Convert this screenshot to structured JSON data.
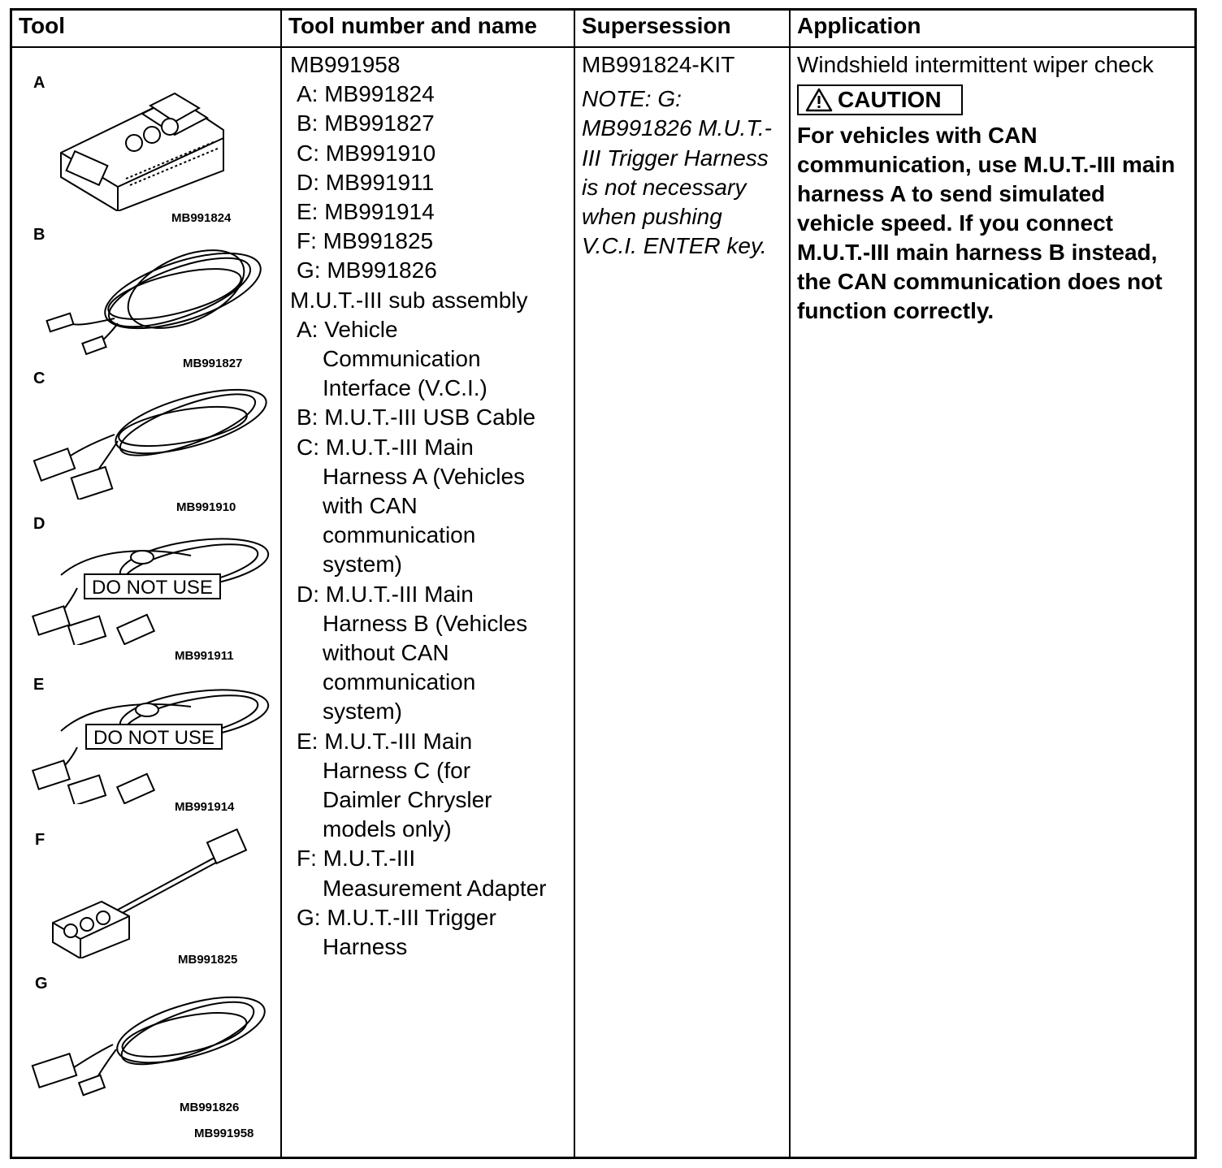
{
  "headers": {
    "tool": "Tool",
    "tool_number": "Tool number and name",
    "supersession": "Supersession",
    "application": "Application"
  },
  "tools": [
    {
      "letter": "A",
      "part": "MB991824"
    },
    {
      "letter": "B",
      "part": "MB991827"
    },
    {
      "letter": "C",
      "part": "MB991910"
    },
    {
      "letter": "D",
      "part": "MB991911",
      "badge": "DO NOT USE"
    },
    {
      "letter": "E",
      "part": "MB991914",
      "badge": "DO NOT USE"
    },
    {
      "letter": "F",
      "part": "MB991825"
    },
    {
      "letter": "G",
      "part": "MB991826"
    }
  ],
  "set_part": "MB991958",
  "tool_number_lines": [
    "MB991958",
    "A: MB991824",
    "B: MB991827",
    "C: MB991910",
    "D: MB991911",
    "E: MB991914",
    "F: MB991825",
    "G: MB991826",
    "M.U.T.-III sub assembly",
    "A: Vehicle",
    "Communication",
    "Interface (V.C.I.)",
    "B: M.U.T.-III USB Cable",
    "C: M.U.T.-III Main",
    "Harness A (Vehicles",
    "with CAN",
    "communication",
    "system)",
    "D: M.U.T.-III Main",
    "Harness B (Vehicles",
    "without CAN",
    "communication",
    "system)",
    "E: M.U.T.-III Main",
    "Harness C (for",
    "Daimler Chrysler",
    "models only)",
    "F: M.U.T.-III",
    "Measurement Adapter",
    "G: M.U.T.-III Trigger",
    "Harness"
  ],
  "supersession": {
    "kit": "MB991824-KIT",
    "note": "NOTE: G: MB991826 M.U.T.-III Trigger Harness is not necessary when pushing V.C.I. ENTER key."
  },
  "application": {
    "text": "Windshield intermittent wiper check",
    "caution_label": "CAUTION",
    "caution_text": "For vehicles with CAN communication, use M.U.T.-III main harness A to send simulated vehicle speed. If you connect M.U.T.-III main harness B instead, the CAN communication does not function correctly."
  },
  "icons": {
    "caution": "warning-triangle-icon"
  }
}
